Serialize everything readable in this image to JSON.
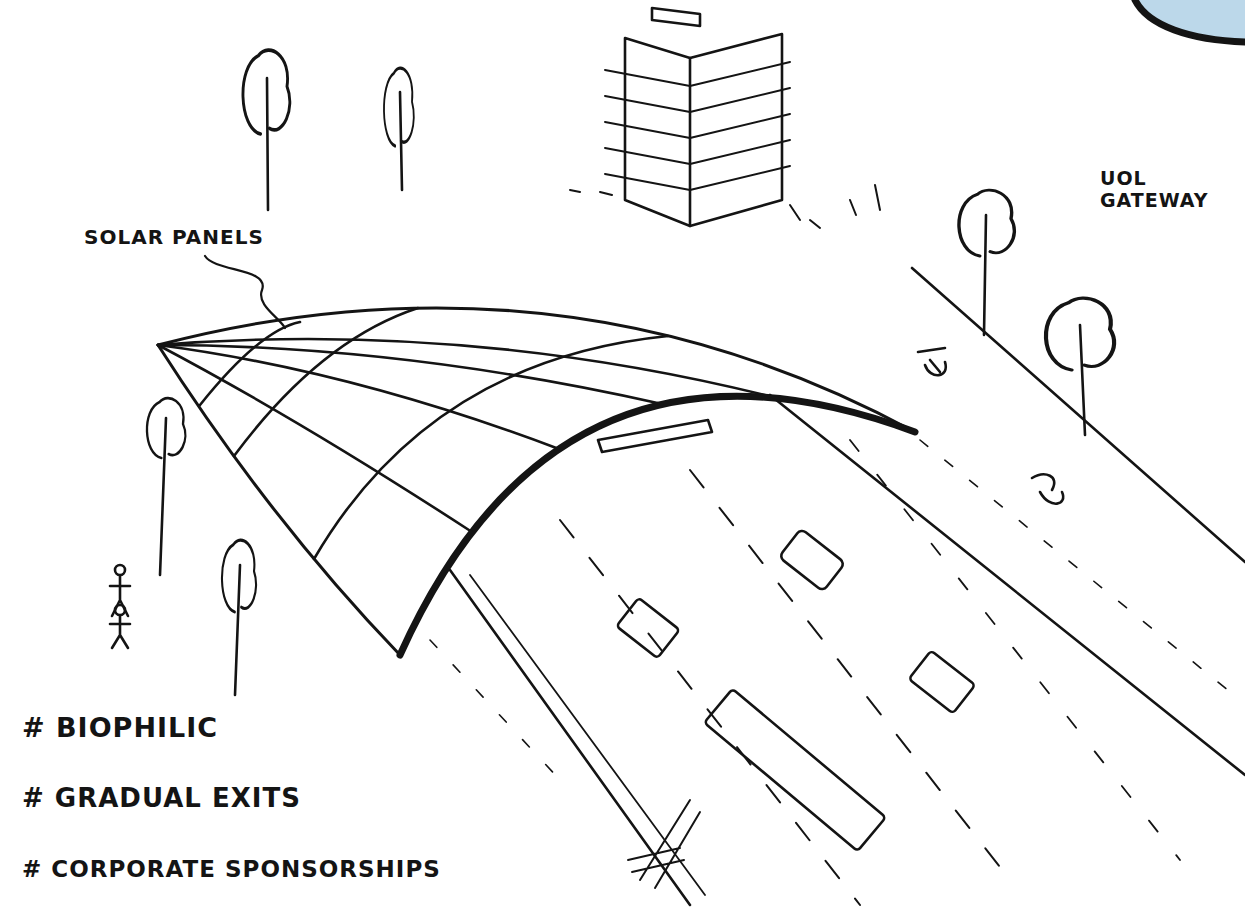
{
  "diagram": {
    "labels": [
      "SOLAR PANELS",
      "UOL GATEWAY",
      "# BIOPHILIC",
      "# GRADUAL EXITS",
      "# CORPORATE SPONSORSHIPS"
    ]
  }
}
